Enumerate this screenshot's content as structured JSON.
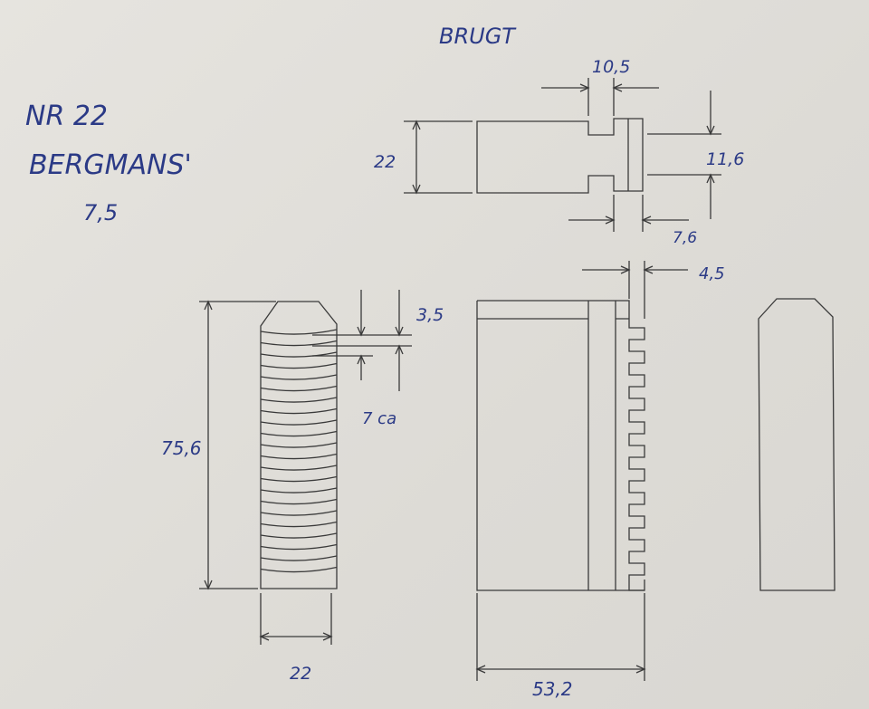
{
  "header": {
    "status": "BRUGT"
  },
  "notes": {
    "number": "NR 22",
    "maker": "BERGMANS'",
    "size": "7,5"
  },
  "top_view": {
    "dim_height": "22",
    "dim_groove": "10,5",
    "dim_neck": "11,6",
    "dim_flange": "7,6"
  },
  "side_view": {
    "dim_length": "75,6",
    "dim_width": "22",
    "dim_pitch": "3,5",
    "dim_tooth": "7 ca"
  },
  "front_view": {
    "dim_tooth_depth": "4,5",
    "dim_width": "53,2"
  },
  "colors": {
    "ink": "#2b3a86",
    "line": "#3a3a3a",
    "paper": "#e2e0db"
  }
}
